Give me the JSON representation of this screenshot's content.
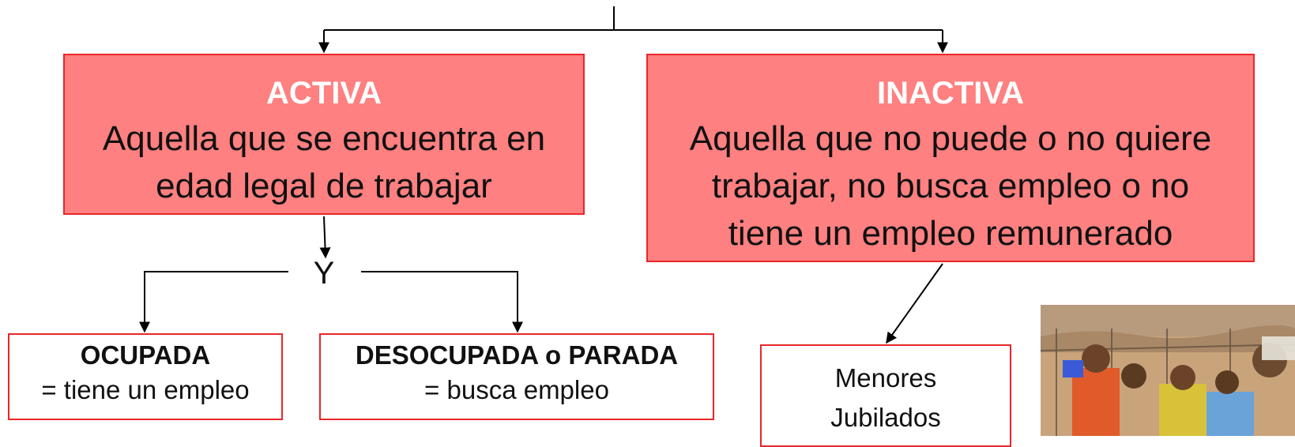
{
  "activa": {
    "title": "ACTIVA",
    "desc_line1": "Aquella que se encuentra en",
    "desc_line2": "edad legal de trabajar"
  },
  "inactiva": {
    "title": "INACTIVA",
    "desc_line1": "Aquella que no puede o no quiere",
    "desc_line2": "trabajar, no busca empleo o no",
    "desc_line3": "tiene un empleo remunerado"
  },
  "split_label": "Y",
  "ocupada": {
    "title": "OCUPADA",
    "desc": "= tiene un empleo"
  },
  "desocupada": {
    "title": "DESOCUPADA o PARADA",
    "desc": "= busca empleo"
  },
  "inactiva_list": {
    "line1": "Menores",
    "line2": "Jubilados"
  },
  "colors": {
    "box_fill": "#ff8080",
    "box_border": "#e8262b",
    "connector": "#000000"
  }
}
